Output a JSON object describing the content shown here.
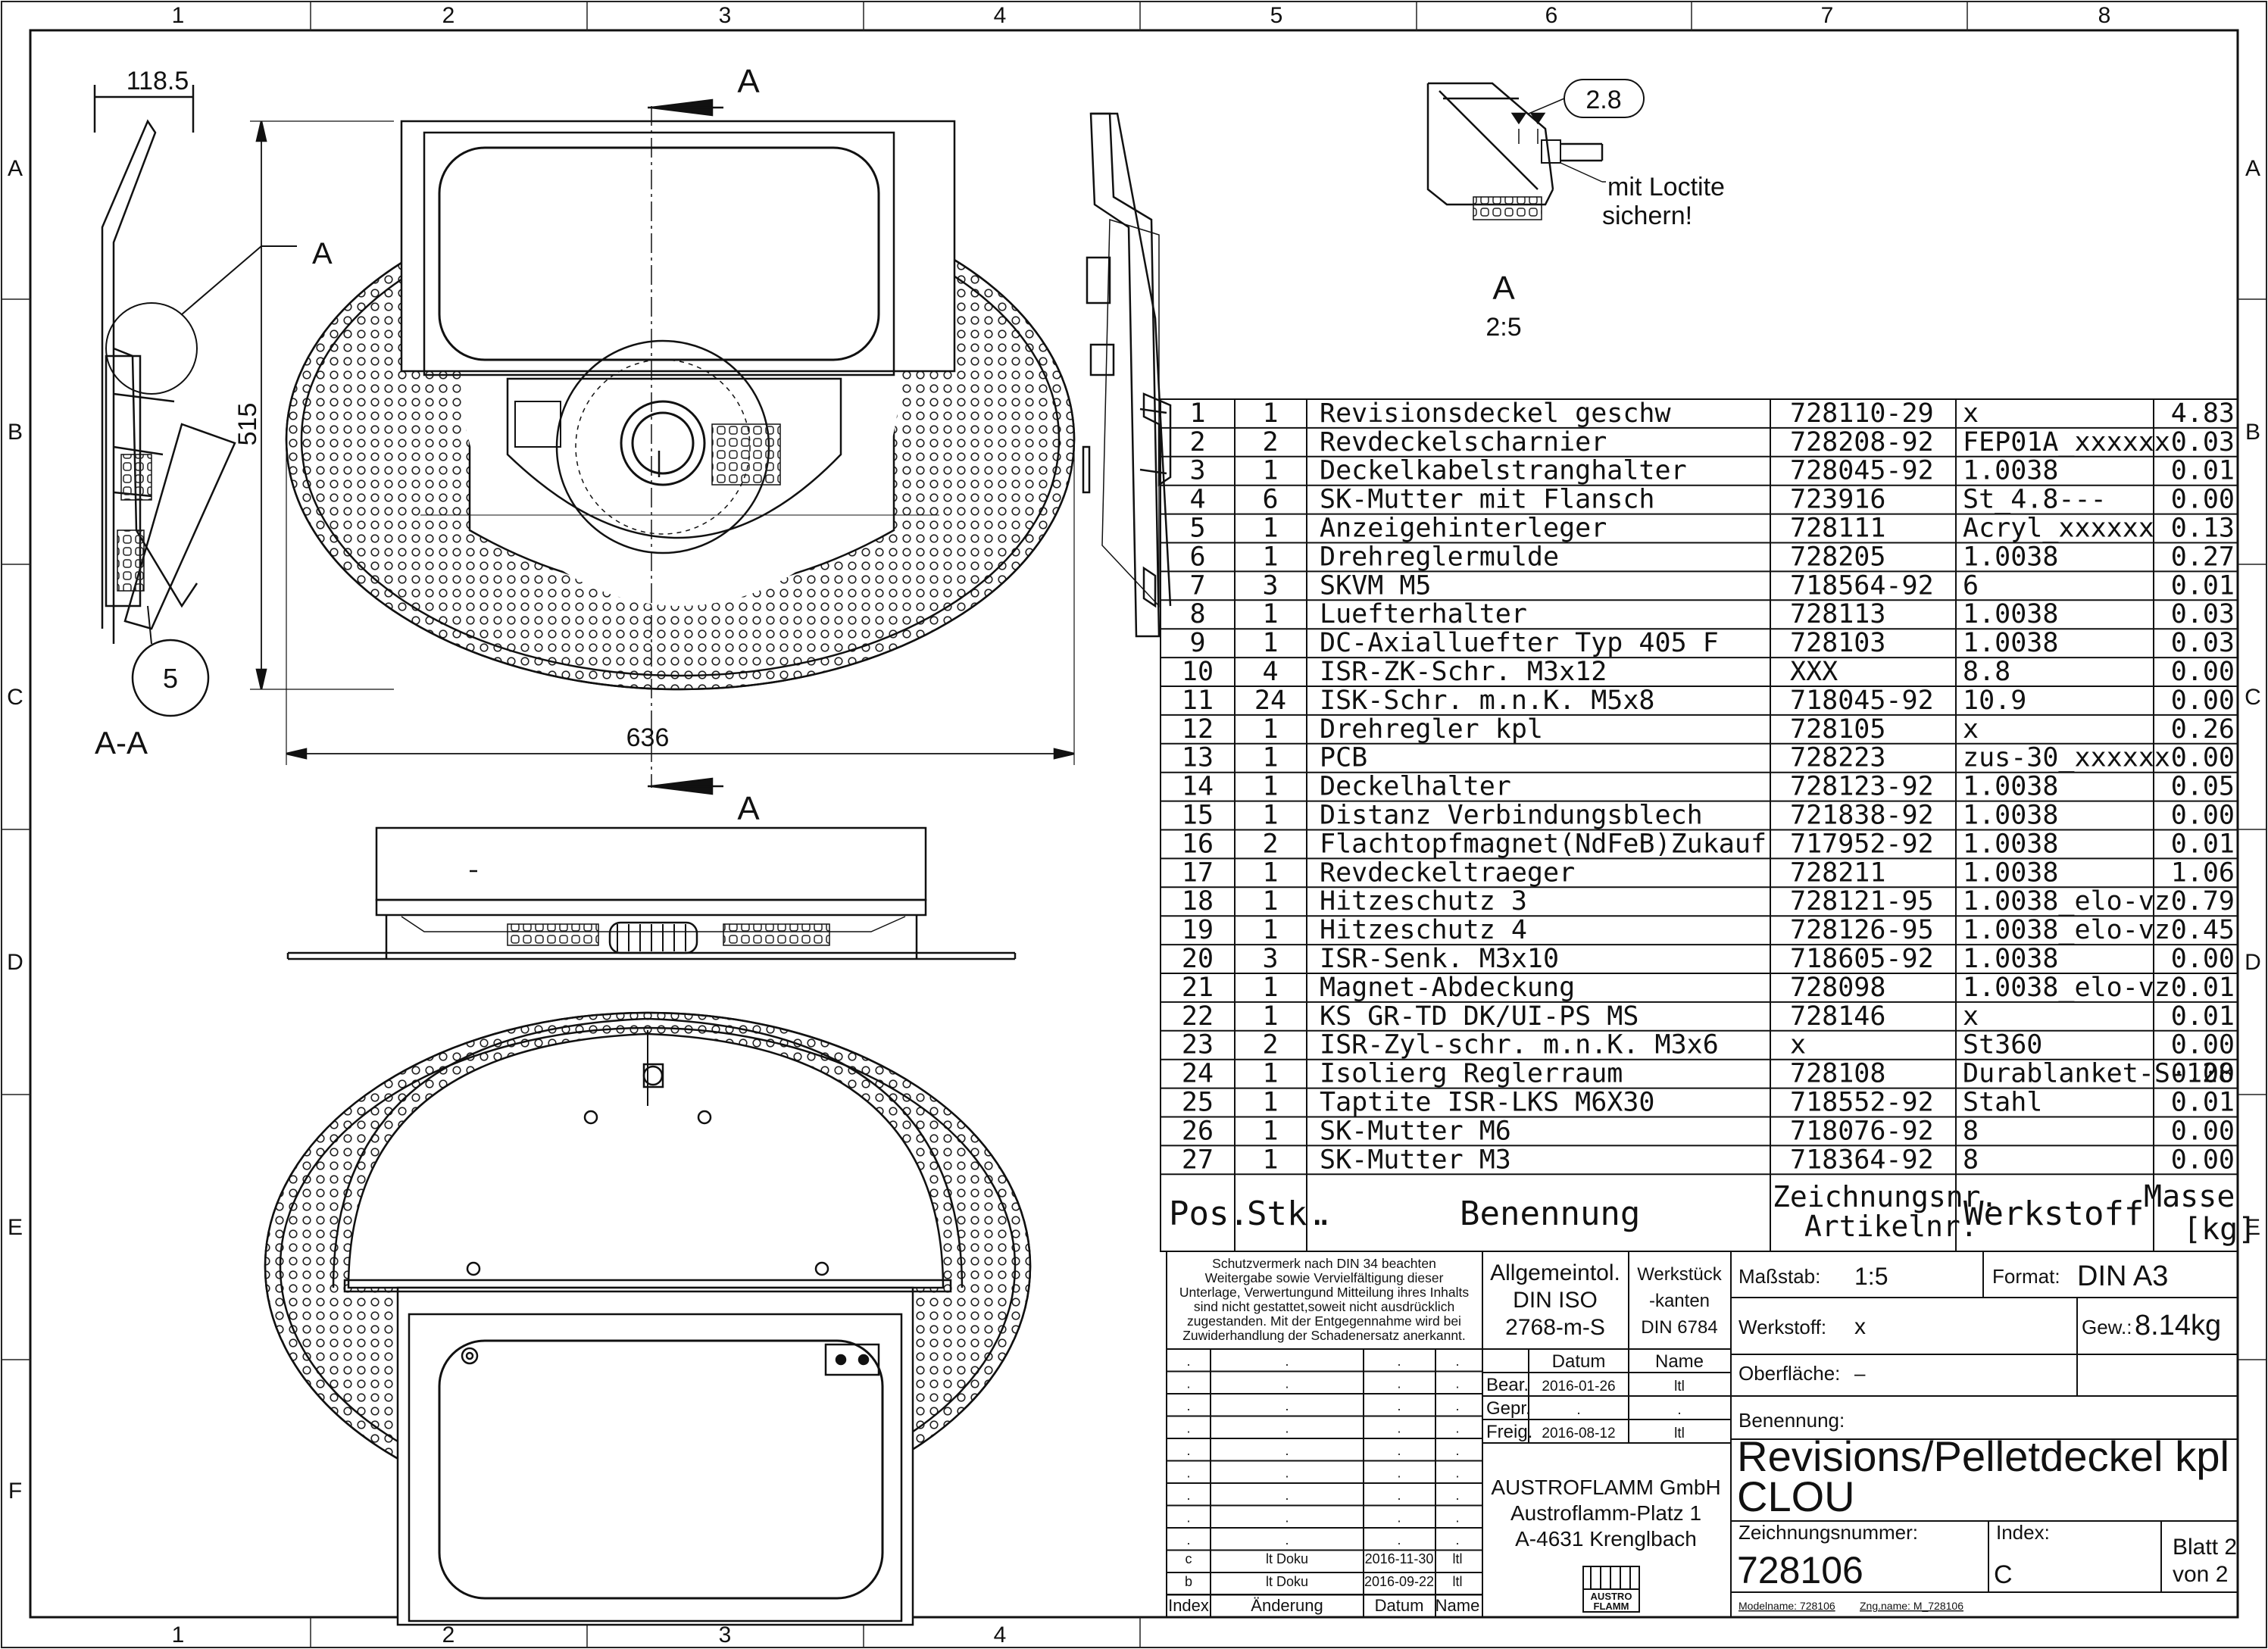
{
  "frame": {
    "columns": [
      "1",
      "2",
      "3",
      "4",
      "5",
      "6",
      "7",
      "8"
    ],
    "rows": [
      "A",
      "B",
      "C",
      "D",
      "E",
      "F"
    ]
  },
  "views": {
    "section_label": "A-A",
    "cut_label": "A",
    "detail_label": "A",
    "detail_scale": "2:5",
    "detail_dim": "2.8",
    "detail_note_1": "mit Loctite",
    "detail_note_2": "sichern!",
    "dim_width_side": "118.5",
    "dim_height": "515",
    "dim_width_main": "636",
    "balloon": "5"
  },
  "bom": {
    "headers": {
      "pos": "Pos.",
      "qty": "Stk.",
      "dot": ".",
      "name": "Benennung",
      "drawing_1": "Zeichnungsnr.",
      "drawing_2": "Artikelnr.",
      "material": "Werkstoff",
      "mass_1": "Masse",
      "mass_2": "[kg]"
    },
    "rows": [
      {
        "pos": "1",
        "qty": "1",
        "name": "Revisionsdeckel geschw",
        "drawing": "728110-29",
        "material": "x",
        "mass": "4.83"
      },
      {
        "pos": "2",
        "qty": "2",
        "name": "Revdeckelscharnier",
        "drawing": "728208-92",
        "material": "FEP01A_xxxxxx",
        "mass": "0.03"
      },
      {
        "pos": "3",
        "qty": "1",
        "name": "Deckelkabelstranghalter",
        "drawing": "728045-92",
        "material": "1.0038",
        "mass": "0.01"
      },
      {
        "pos": "4",
        "qty": "6",
        "name": "SK-Mutter mit Flansch",
        "drawing": "723916",
        "material": "St_4.8---",
        "mass": "0.00"
      },
      {
        "pos": "5",
        "qty": "1",
        "name": "Anzeigehinterleger",
        "drawing": "728111",
        "material": "Acryl_xxxxxx",
        "mass": "0.13"
      },
      {
        "pos": "6",
        "qty": "1",
        "name": "Drehreglermulde",
        "drawing": "728205",
        "material": "1.0038",
        "mass": "0.27"
      },
      {
        "pos": "7",
        "qty": "3",
        "name": "SKVM M5",
        "drawing": "718564-92",
        "material": "6",
        "mass": "0.01"
      },
      {
        "pos": "8",
        "qty": "1",
        "name": "Luefterhalter",
        "drawing": "728113",
        "material": "1.0038",
        "mass": "0.03"
      },
      {
        "pos": "9",
        "qty": "1",
        "name": "DC-Axialluefter Typ 405 F",
        "drawing": "728103",
        "material": "1.0038",
        "mass": "0.03"
      },
      {
        "pos": "10",
        "qty": "4",
        "name": "ISR-ZK-Schr. M3x12",
        "drawing": "XXX",
        "material": "8.8",
        "mass": "0.00"
      },
      {
        "pos": "11",
        "qty": "24",
        "name": "ISK-Schr. m.n.K. M5x8",
        "drawing": "718045-92",
        "material": "10.9",
        "mass": "0.00"
      },
      {
        "pos": "12",
        "qty": "1",
        "name": "Drehregler kpl",
        "drawing": "728105",
        "material": "x",
        "mass": "0.26"
      },
      {
        "pos": "13",
        "qty": "1",
        "name": "PCB",
        "drawing": "728223",
        "material": "zus-30_xxxxxx",
        "mass": "0.00"
      },
      {
        "pos": "14",
        "qty": "1",
        "name": "Deckelhalter",
        "drawing": "728123-92",
        "material": "1.0038",
        "mass": "0.05"
      },
      {
        "pos": "15",
        "qty": "1",
        "name": "Distanz Verbindungsblech",
        "drawing": "721838-92",
        "material": "1.0038",
        "mass": "0.00"
      },
      {
        "pos": "16",
        "qty": "2",
        "name": "Flachtopfmagnet(NdFeB)Zukauf",
        "drawing": "717952-92",
        "material": "1.0038",
        "mass": "0.01"
      },
      {
        "pos": "17",
        "qty": "1",
        "name": "Revdeckeltraeger",
        "drawing": "728211",
        "material": "1.0038",
        "mass": "1.06"
      },
      {
        "pos": "18",
        "qty": "1",
        "name": "Hitzeschutz 3",
        "drawing": "728121-95",
        "material": "1.0038_elo-vz",
        "mass": "0.79"
      },
      {
        "pos": "19",
        "qty": "1",
        "name": "Hitzeschutz 4",
        "drawing": "728126-95",
        "material": "1.0038_elo-vz",
        "mass": "0.45"
      },
      {
        "pos": "20",
        "qty": "3",
        "name": "ISR-Senk. M3x10",
        "drawing": "718605-92",
        "material": "1.0038",
        "mass": "0.00"
      },
      {
        "pos": "21",
        "qty": "1",
        "name": "Magnet-Abdeckung",
        "drawing": "728098",
        "material": "1.0038_elo-vz",
        "mass": "0.01"
      },
      {
        "pos": "22",
        "qty": "1",
        "name": "KS GR-TD DK/UI-PS MS",
        "drawing": "728146",
        "material": "x",
        "mass": "0.01"
      },
      {
        "pos": "23",
        "qty": "2",
        "name": "ISR-Zyl-schr. m.n.K. M3x6",
        "drawing": "x",
        "material": "St360",
        "mass": "0.00"
      },
      {
        "pos": "24",
        "qty": "1",
        "name": "Isolierg Reglerraum",
        "drawing": "728108",
        "material": "Durablanket-S-128",
        "mass": "0.00"
      },
      {
        "pos": "25",
        "qty": "1",
        "name": "Taptite ISR-LKS M6X30",
        "drawing": "718552-92",
        "material": "Stahl",
        "mass": "0.01"
      },
      {
        "pos": "26",
        "qty": "1",
        "name": "SK-Mutter M6",
        "drawing": "718076-92",
        "material": "8",
        "mass": "0.00"
      },
      {
        "pos": "27",
        "qty": "1",
        "name": "SK-Mutter M3",
        "drawing": "718364-92",
        "material": "8",
        "mass": "0.00"
      }
    ]
  },
  "titleblock": {
    "protection": [
      "Schutzvermerk nach DIN 34 beachten",
      "Weitergabe sowie Vervielfältigung dieser",
      "Unterlage, Verwertungund Mitteilung ihres Inhalts",
      "sind nicht gestattet,soweit nicht ausdrücklich",
      "zugestanden. Mit der Entgegennahme wird bei",
      "Zuwiderhandlung der Schadenersatz anerkannt."
    ],
    "tol_1": "Allgemeintol.",
    "tol_2": "DIN ISO",
    "tol_3": "2768-m-S",
    "edge_1": "Werkstück",
    "edge_2": "-kanten",
    "edge_3": "DIN 6784",
    "scale_label": "Maßstab:",
    "scale": "1:5",
    "format_label": "Format:",
    "format": "DIN A3",
    "material_label": "Werkstoff:",
    "material": "x",
    "weight_label": "Gew.:",
    "weight": "8.14kg",
    "surface_label": "Oberfläche:",
    "surface": "–",
    "date_header": "Datum",
    "name_header": "Name",
    "roles": [
      {
        "role": "Bear.",
        "date": "2016-01-26",
        "name": "ltl"
      },
      {
        "role": "Gepr.",
        "date": ".",
        "name": "."
      },
      {
        "role": "Freig.",
        "date": "2016-08-12",
        "name": "ltl"
      }
    ],
    "title_label": "Benennung:",
    "title_1": "Revisions/Pelletdeckel kpl",
    "title_2": "CLOU",
    "company_1": "AUSTROFLAMM GmbH",
    "company_2": "Austroflamm-Platz 1",
    "company_3": "A-4631 Krenglbach",
    "logo_1": "AUSTRO",
    "logo_2": "FLAMM",
    "number_label": "Zeichnungsnummer:",
    "number": "728106",
    "index_label": "Index:",
    "index": "C",
    "sheet_1": "Blatt 2",
    "sheet_2": "von 2",
    "model_label": "Modelname: 728106",
    "model_zng": "Zng.name: M_728106",
    "revisions": [
      {
        "idx": "c",
        "change": "lt Doku",
        "date": "2016-11-30",
        "name": "ltl"
      },
      {
        "idx": "b",
        "change": "lt Doku",
        "date": "2016-09-22",
        "name": "ltl"
      }
    ],
    "rev_header": {
      "idx": "Index",
      "change": "Änderung",
      "date": "Datum",
      "name": "Name"
    },
    "dot": "."
  }
}
